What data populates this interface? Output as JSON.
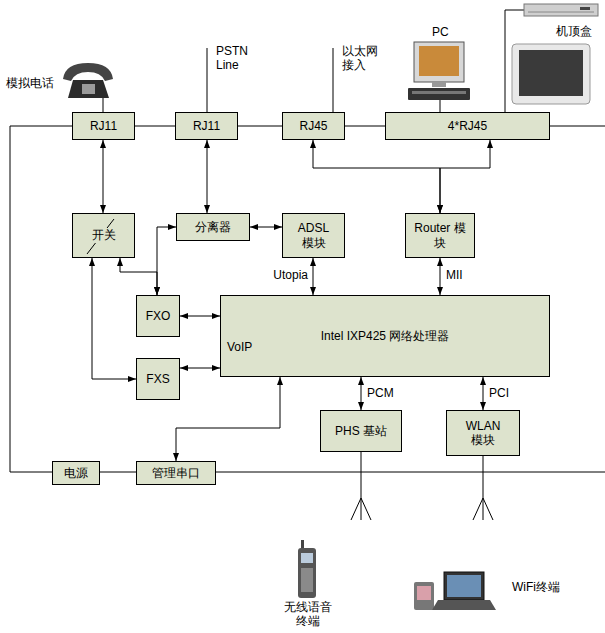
{
  "diagram": {
    "nodes": [
      {
        "text": [
          "RJ11"
        ]
      },
      {
        "text": [
          "RJ11"
        ]
      },
      {
        "text": [
          "RJ45"
        ]
      },
      {
        "text": [
          "4*RJ45"
        ]
      },
      {
        "text": [
          "开关"
        ]
      },
      {
        "text": [
          "分离器"
        ]
      },
      {
        "text": [
          "ADSL 模块"
        ]
      },
      {
        "text": [
          "Router 模块"
        ]
      },
      {
        "text": [
          "FXO"
        ]
      },
      {
        "text": [
          "Intel IXP425 网络处理器",
          "VoIP"
        ]
      },
      {
        "text": [
          "FXS"
        ]
      },
      {
        "text": [
          "PHS 基站"
        ]
      },
      {
        "text": [
          "WLAN 模块"
        ]
      },
      {
        "text": [
          "电源"
        ]
      },
      {
        "text": [
          "管理串口"
        ]
      }
    ],
    "edges": [
      {
        "from": 0,
        "to": 4,
        "arrow": "both"
      },
      {
        "from": 1,
        "to": 5,
        "arrow": "both"
      },
      {
        "from": 7,
        "to": 2,
        "arrow": "both"
      },
      {
        "from": 7,
        "to": 3,
        "arrow": "both"
      },
      {
        "from": 5,
        "to": 6,
        "arrow": "both"
      },
      {
        "from": 5,
        "to": 8,
        "arrow": "both"
      },
      {
        "from": 4,
        "to": 8,
        "arrow": "both"
      },
      {
        "from": 4,
        "to": 10,
        "arrow": "both"
      },
      {
        "from": 8,
        "to": 9,
        "arrow": "both"
      },
      {
        "from": 10,
        "to": 9,
        "arrow": "both"
      },
      {
        "from": 6,
        "to": 9,
        "label": "Utopia",
        "arrow": "both"
      },
      {
        "from": 7,
        "to": 9,
        "label": "MII",
        "arrow": "both"
      },
      {
        "from": 9,
        "to": 11,
        "label": "PCM",
        "arrow": "both"
      },
      {
        "from": 9,
        "to": 12,
        "label": "PCI",
        "arrow": "both"
      },
      {
        "from": 14,
        "to": 9,
        "arrow": "both"
      }
    ],
    "labels": [
      "模拟电话",
      "PSTN Line",
      "以太网 接入",
      "PC",
      "机顶盒",
      "无线语音 终端",
      "WiFi终端"
    ]
  }
}
